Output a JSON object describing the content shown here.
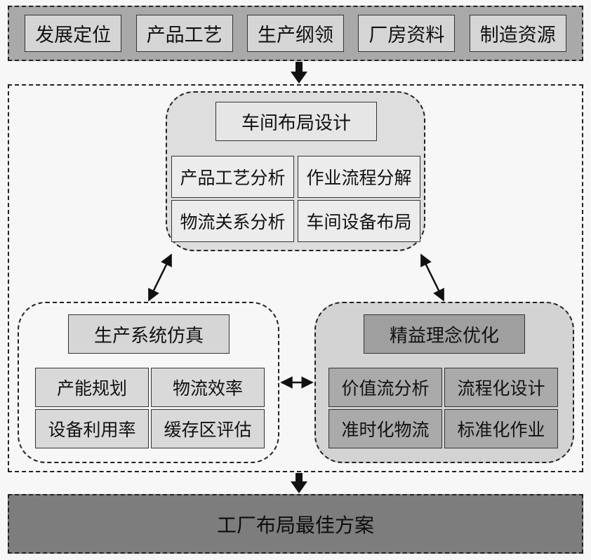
{
  "inputs": {
    "items": [
      "发展定位",
      "产品工艺",
      "生产纲领",
      "厂房资料",
      "制造资源"
    ]
  },
  "workshop_layout": {
    "title": "车间布局设计",
    "cells": [
      "产品工艺分析",
      "作业流程分解",
      "物流关系分析",
      "车间设备布局"
    ]
  },
  "simulation": {
    "title": "生产系统仿真",
    "cells": [
      "产能规划",
      "物流效率",
      "设备利用率",
      "缓存区评估"
    ]
  },
  "lean": {
    "title": "精益理念优化",
    "cells": [
      "价值流分析",
      "流程化设计",
      "准时化物流",
      "标准化作业"
    ]
  },
  "output": {
    "label": "工厂布局最佳方案"
  },
  "colors": {
    "input_bar": "#a9a9a9",
    "input_box": "#d5d5d5",
    "top_cluster": "#dedede",
    "lean_cluster": "#d3d3d3",
    "lean_cell": "#aaaaaa",
    "output_bar": "#7d7d7d"
  }
}
